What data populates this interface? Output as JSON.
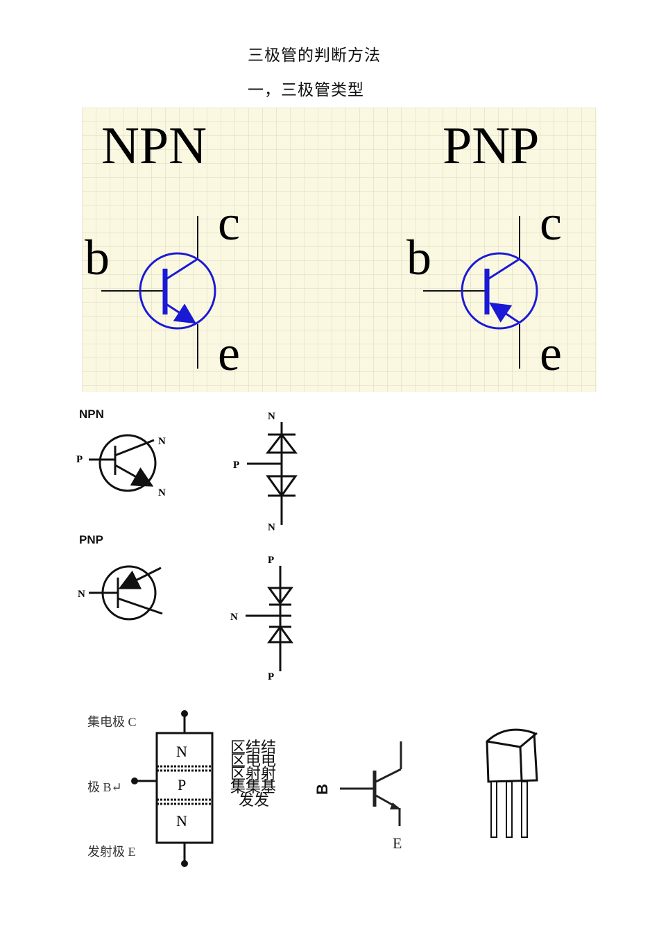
{
  "document": {
    "title": "三极管的判断方法",
    "section_heading": "一，三极管类型"
  },
  "top_figure": {
    "npn_label": "NPN",
    "pnp_label": "PNP",
    "pin_b": "b",
    "pin_c": "c",
    "pin_e": "e",
    "colors": {
      "grid_bg": "#fbf8e2",
      "grid_line": "#d9d6c0",
      "symbol_blue": "#1a1ad6"
    }
  },
  "npn_section": {
    "label": "NPN",
    "p": "P",
    "n": "N"
  },
  "pnp_section": {
    "label": "PNP",
    "p": "P",
    "n": "N"
  },
  "structure_figure": {
    "collector_label": "集电极 C",
    "base_label": "极 B↵",
    "emitter_label": "发射极 E",
    "n_top": "N",
    "p_mid": "P",
    "n_bottom": "N",
    "side_text": [
      "区结结",
      "区电电",
      "区射射",
      "集集基",
      "发发"
    ]
  },
  "symbol_figure": {
    "b_label": "B",
    "e_label": "E"
  }
}
